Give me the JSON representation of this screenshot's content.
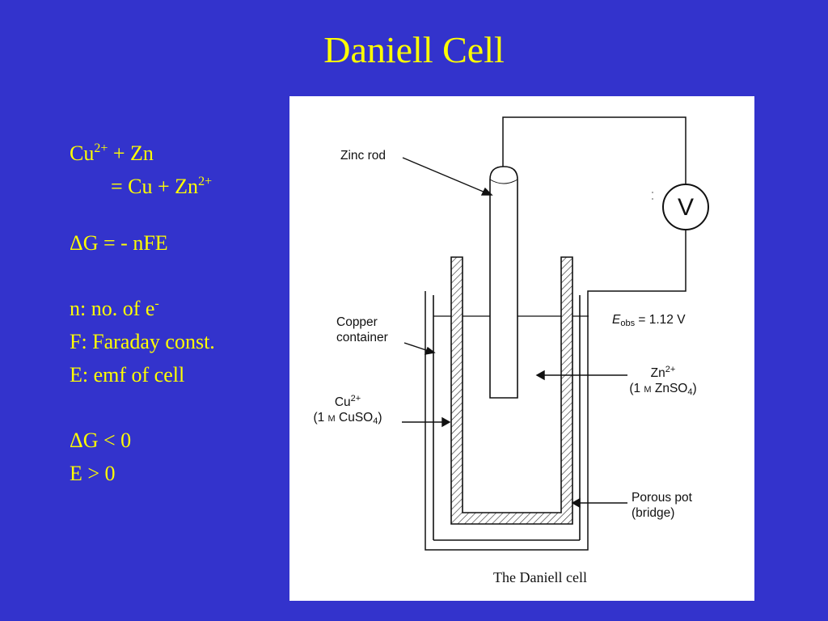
{
  "slide": {
    "title": "Daniell Cell",
    "colors": {
      "background": "#3333cc",
      "text": "#ffff00",
      "panel": "#ffffff",
      "ink": "#111111"
    }
  },
  "equations": {
    "reaction_left": {
      "a": "Cu",
      "a_charge": "2+",
      "op": " + Zn"
    },
    "reaction_right": {
      "eq": "= Cu + Zn",
      "charge": "2+"
    },
    "gibbs": "ΔG = - nFE",
    "n_def": {
      "text": "n: no. of e",
      "sup": "-"
    },
    "f_def": "F: Faraday const.",
    "e_def": "E: emf of cell",
    "cond1": "ΔG < 0",
    "cond2": "E > 0"
  },
  "diagram": {
    "labels": {
      "zinc_rod": "Zinc rod",
      "voltmeter": "V",
      "copper_container_1": "Copper",
      "copper_container_2": "container",
      "eobs_E": "E",
      "eobs_sub": "obs",
      "eobs_val": " = 1.12 V",
      "zn_ion": "Zn",
      "zn_ion_charge": "2+",
      "zn_sol_open": "(1 ",
      "zn_sol_M": "M",
      "zn_sol_mid": " ZnSO",
      "zn_sol_sub": "4",
      "zn_sol_close": ")",
      "cu_ion": "Cu",
      "cu_ion_charge": "2+",
      "cu_sol_open": "(1 ",
      "cu_sol_M": "M",
      "cu_sol_mid": " CuSO",
      "cu_sol_sub": "4",
      "cu_sol_close": ")",
      "porous_pot_1": "Porous pot",
      "porous_pot_2": "(bridge)",
      "caption": "The Daniell cell"
    },
    "icons": [
      "voltmeter-icon",
      "zinc-rod-icon",
      "porous-pot-icon",
      "copper-container-icon"
    ]
  }
}
